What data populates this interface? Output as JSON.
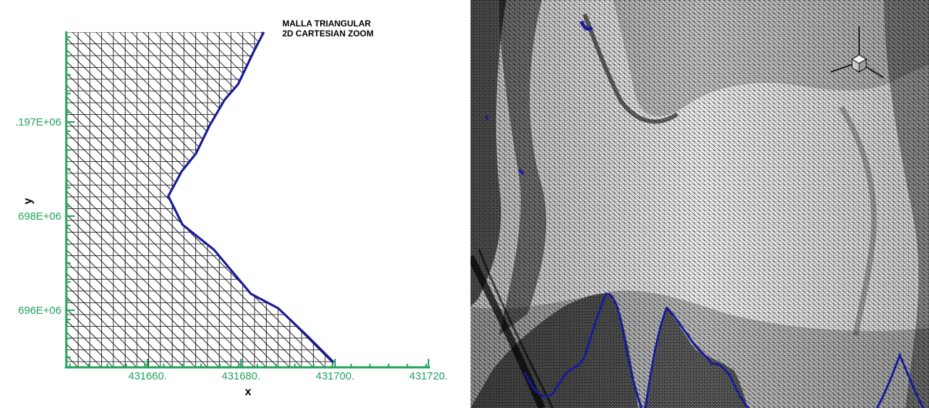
{
  "left_panel": {
    "title_lines": [
      "MALLA TRIANGULAR",
      "2D CARTESIAN ZOOM"
    ],
    "x_axis": {
      "label": "x",
      "tick_labels": [
        "431660.",
        "431680.",
        "431700.",
        "431720."
      ]
    },
    "y_axis": {
      "label": "y",
      "tick_labels": [
        ".197E+06",
        "698E+06",
        "696E+06"
      ]
    },
    "axis_color": "#1fa35a",
    "mesh_color": "#000000",
    "boundary_color": "#1a1a9c"
  },
  "right_panel": {
    "description_label": "3D triangular mesh surface",
    "boundary_color": "#1a1a9c",
    "orientation_gizmo": "axis-cube-icon"
  }
}
